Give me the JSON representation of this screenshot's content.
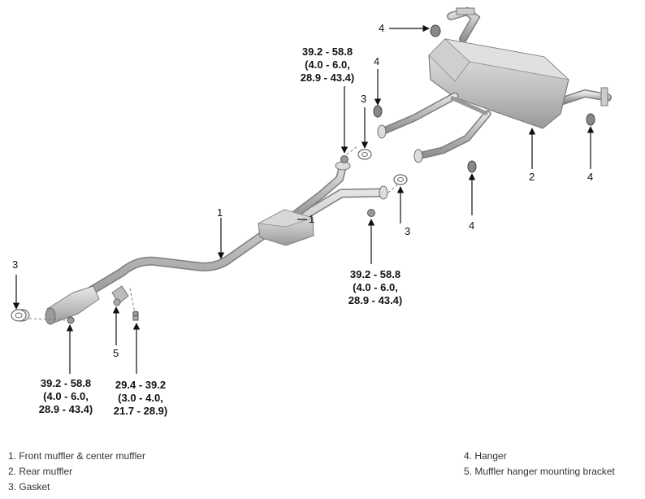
{
  "torque_specs": {
    "t1": [
      "39.2 - 58.8",
      "(4.0 - 6.0,",
      "28.9 - 43.4)"
    ],
    "t2": [
      "39.2 - 58.8",
      "(4.0 - 6.0,",
      "28.9 - 43.4)"
    ],
    "t3": [
      "39.2 - 58.8",
      "(4.0 - 6.0,",
      "28.9 - 43.4)"
    ],
    "t4": [
      "29.4 - 39.2",
      "(3.0 - 4.0,",
      "21.7 - 28.9)"
    ]
  },
  "callouts": {
    "c1a": "1",
    "c1b": "1",
    "c2": "2",
    "c3a": "3",
    "c3b": "3",
    "c3c": "3",
    "c4a": "4",
    "c4b": "4",
    "c4c": "4",
    "c4d": "4",
    "c5": "5"
  },
  "legend": {
    "left": [
      "1. Front muffler & center muffler",
      "2. Rear muffler",
      "3. Gasket"
    ],
    "right": [
      "4. Hanger",
      "5. Muffler hanger mounting bracket"
    ]
  },
  "colors": {
    "part_fill": "#c9c9c9",
    "part_edge": "#8a8a8a",
    "arrow": "#111111"
  }
}
